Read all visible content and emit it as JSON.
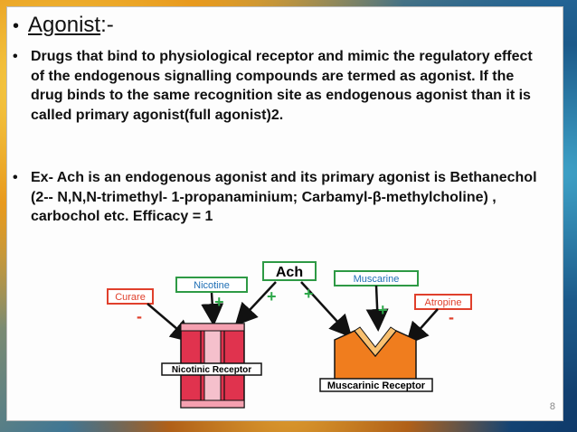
{
  "title": {
    "bullet": "•",
    "heading": "Agonist",
    "suffix": ":-"
  },
  "paragraph1": {
    "bullet": "•",
    "text": "Drugs that  bind to physiological receptor and mimic the regulatory effect of the endogenous signalling compounds are termed as  agonist. If the drug binds to the same recognition site as endogenous agonist than it is called primary agonist(full agonist)2."
  },
  "paragraph2": {
    "bullet": "•",
    "text": "Ex- Ach is an endogenous agonist and its primary agonist is Bethanechol (2-- N,N,N-trimethyl- 1-propanaminium; Carbamyl-β-methylcholine) , carbochol etc. Efficacy = 1"
  },
  "diagram": {
    "ach": "Ach",
    "nicotine": "Nicotine",
    "curare": "Curare",
    "muscarine": "Muscarine",
    "atropine": "Atropine",
    "nicotinic_receptor": "Nicotinic Receptor",
    "muscarinic_receptor": "Muscarinic Receptor",
    "plus": "+",
    "minus": "-"
  },
  "page_number": "8",
  "colors": {
    "nicotine_box": "#2e9a45",
    "curare_box": "#e0402c",
    "muscarine_box": "#2e9a45",
    "atropine_box": "#e0402c",
    "receptor_red": "#e0334e",
    "receptor_orange": "#f07d1e",
    "plus": "#2ea84a",
    "minus": "#e0402c"
  }
}
